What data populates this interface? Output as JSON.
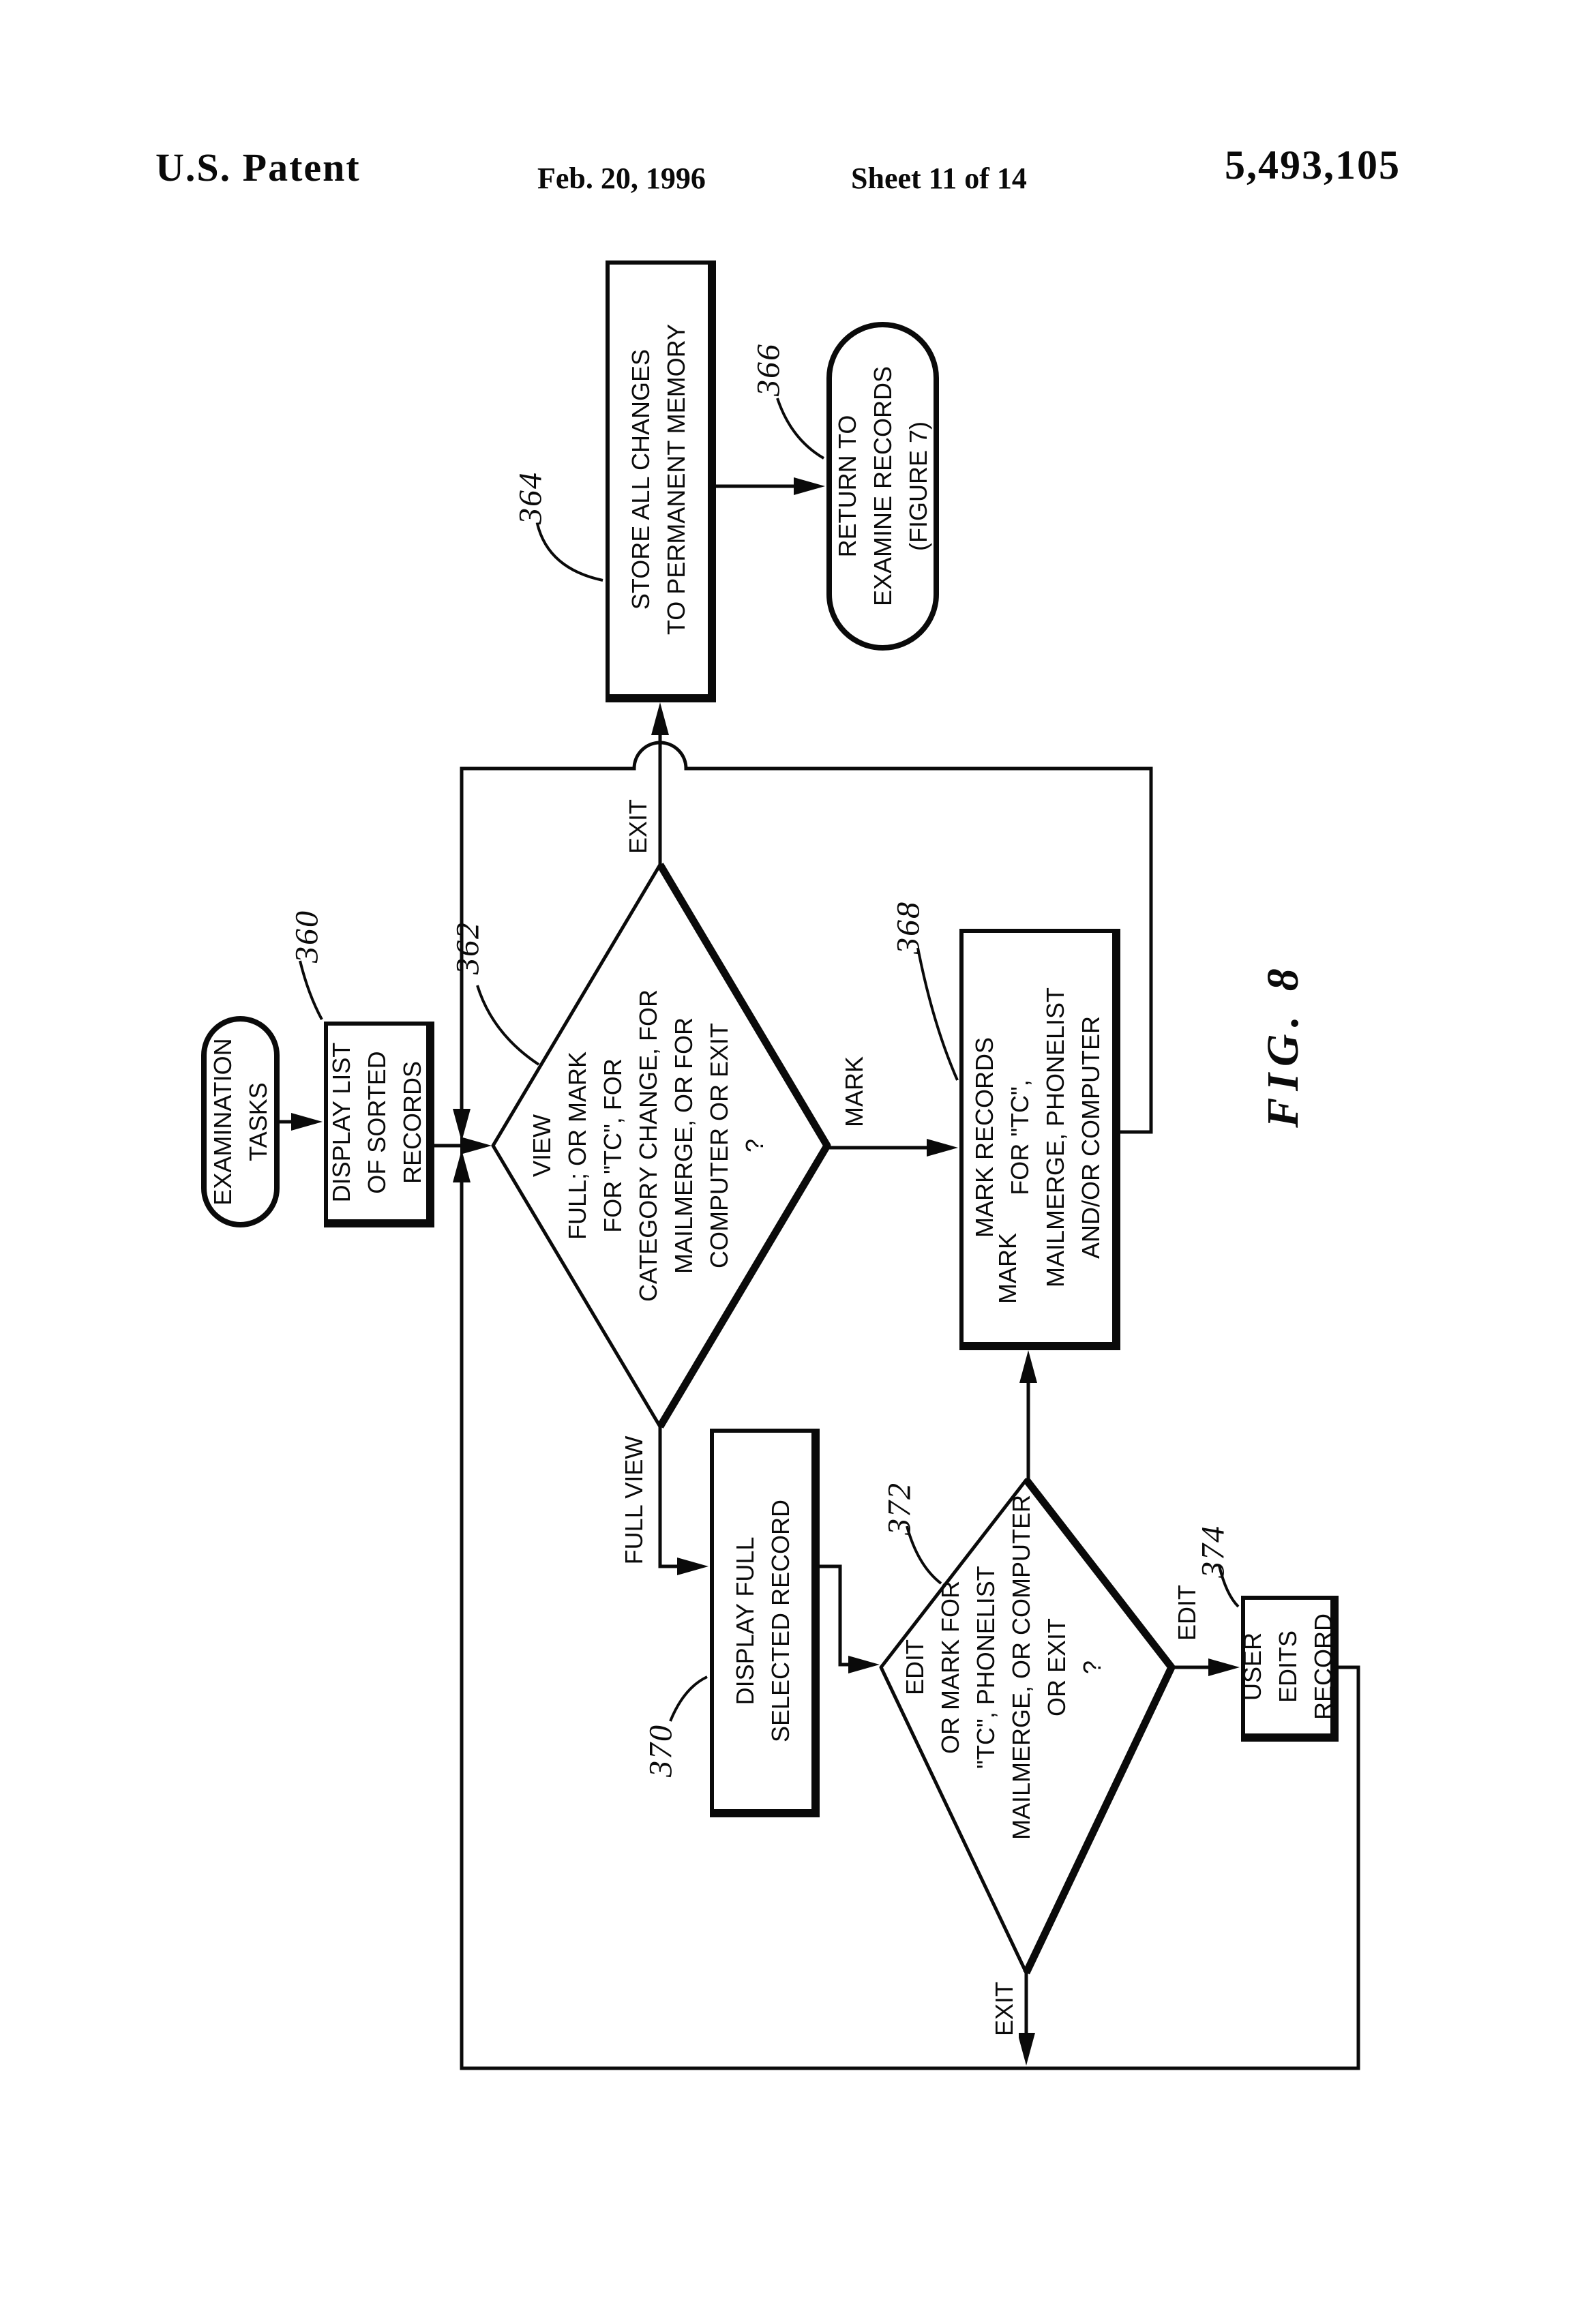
{
  "header": {
    "patent": "U.S. Patent",
    "date": "Feb. 20, 1996",
    "sheet": "Sheet 11 of 14",
    "number": "5,493,105"
  },
  "figure_caption": "FIG. 8",
  "nodes": {
    "exam": {
      "label": "EXAMINATION\nTASKS"
    },
    "display_list": {
      "label": "DISPLAY LIST\nOF SORTED\nRECORDS",
      "ref": "360"
    },
    "view_decision": {
      "label": "VIEW\nFULL; OR MARK\nFOR \"TC\", FOR\nCATEGORY CHANGE, FOR\nMAILMERGE, OR FOR\nCOMPUTER OR EXIT\n?",
      "ref": "362"
    },
    "store_changes": {
      "label": "STORE ALL CHANGES\nTO PERMANENT MEMORY",
      "ref": "364"
    },
    "return_examine": {
      "label": "RETURN TO\nEXAMINE RECORDS\n(FIGURE 7)",
      "ref": "366"
    },
    "mark_records": {
      "label": "MARK RECORDS\nFOR \"TC\",\nMAILMERGE, PHONELIST\nAND/OR COMPUTER",
      "ref": "368"
    },
    "display_full": {
      "label": "DISPLAY FULL\nSELECTED RECORD",
      "ref": "370"
    },
    "edit_decision": {
      "label": "EDIT\nOR MARK FOR\n\"TC\", PHONELIST\nMAILMERGE, OR COMPUTER\nOR EXIT\n?",
      "ref": "372"
    },
    "user_edits": {
      "label": "USER EDITS\nRECORD",
      "ref": "374"
    }
  },
  "edge_labels": {
    "exit_to_store": "EXIT",
    "mark_to_records": "MARK",
    "full_view": "FULL VIEW",
    "mark_from_edit": "MARK",
    "edit": "EDIT",
    "exit_to_loop": "EXIT"
  }
}
